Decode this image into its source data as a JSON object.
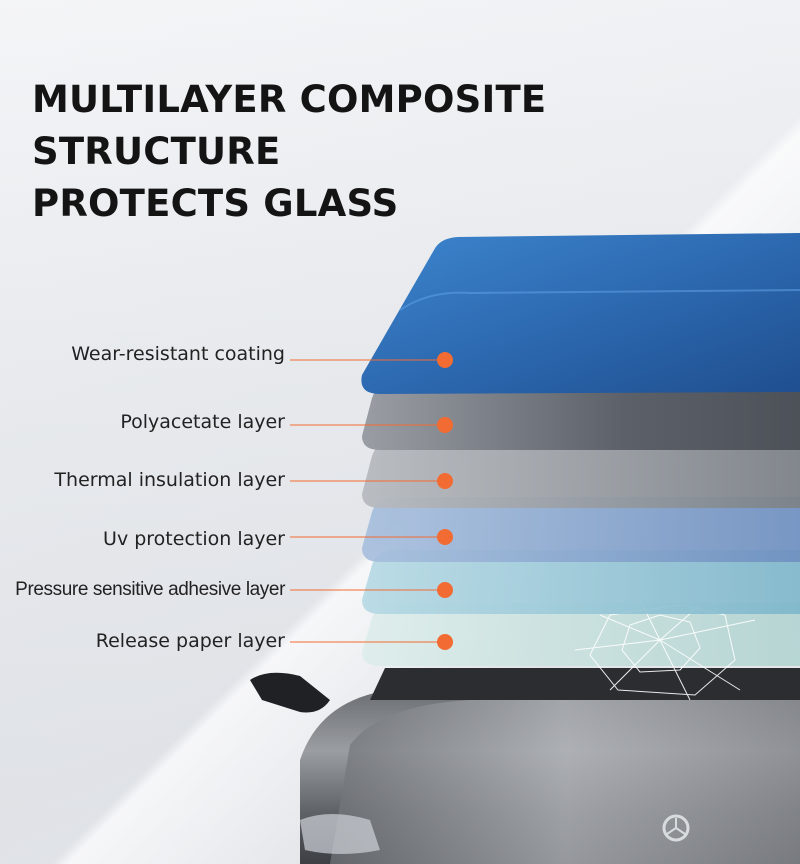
{
  "title": {
    "line1": "MULTILAYER COMPOSITE STRUCTURE",
    "line2": "PROTECTS GLASS"
  },
  "layers": [
    {
      "label": "Wear-resistant coating",
      "color": "#2f6db3"
    },
    {
      "label": "Polyacetate layer",
      "color": "#6c7179"
    },
    {
      "label": "Thermal insulation layer",
      "color": "#8b9095"
    },
    {
      "label": "Uv protection layer",
      "color": "#7e9bc4"
    },
    {
      "label": "Pressure sensitive adhesive layer",
      "color": "#8fc0d3"
    },
    {
      "label": "Release paper layer",
      "color": "#bfdcd9"
    }
  ],
  "accent_color": "#f26b32",
  "illustration": {
    "subject": "car-front-with-cracked-windshield"
  }
}
